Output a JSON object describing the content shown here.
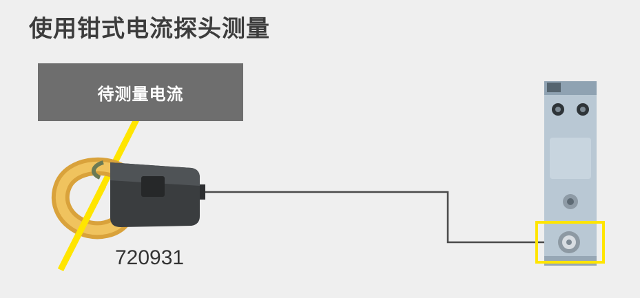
{
  "title": "使用钳式电流探头测量",
  "current_label": "待测量电流",
  "probe_model": "720931",
  "colors": {
    "background": "#efefef",
    "label_box": "#6e6e6e",
    "conductor": "#ffe500",
    "clamp_jaw": "#e8b54a",
    "probe_body": "#3a3d3f",
    "cable": "#4a4a4a",
    "module": "#b9c8d4",
    "highlight": "#ffe500"
  },
  "icons": {
    "clamp": "clamp-probe-icon",
    "module": "input-module-icon",
    "connector": "bnc-connector-icon"
  }
}
